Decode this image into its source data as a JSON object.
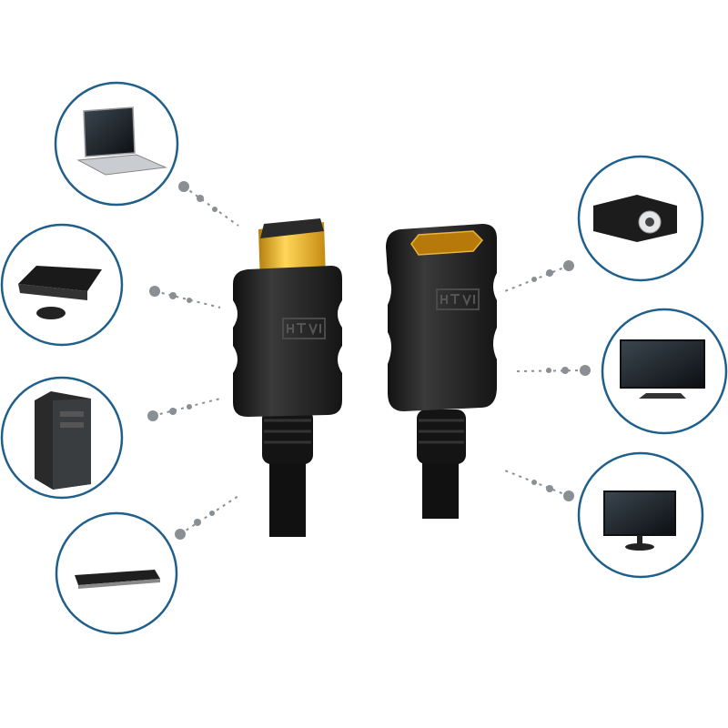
{
  "product": {
    "logo_text": "HDMI",
    "accent_color": "#1f5f8b",
    "gold_color": "#e0a81c"
  },
  "devices_left": [
    "laptop",
    "game-console",
    "desktop-tower",
    "disc-player"
  ],
  "devices_right": [
    "projector",
    "tv",
    "monitor"
  ]
}
